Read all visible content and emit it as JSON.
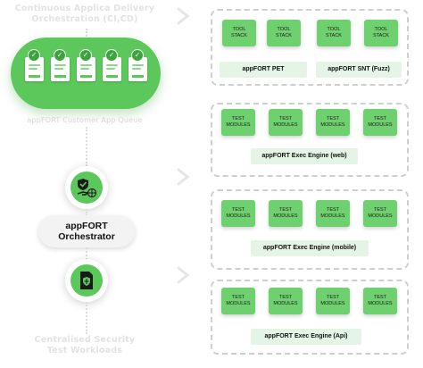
{
  "left": {
    "top_title_line1": "Continuous Applica Delivery",
    "top_title_line2": "Orchestration (CI,CD)",
    "queue_caption": "appFORT Customer App Queue",
    "queue_count": 5,
    "orchestrator_line1": "appFORT",
    "orchestrator_line2": "Orchestrator",
    "bottom_title_line1": "Centralised Security",
    "bottom_title_line2": "Test Workloads",
    "icon_top": "shield-hand-icon",
    "icon_bottom": "security-document-icon"
  },
  "tool_groups": [
    {
      "name": "appFORT PET",
      "modules": [
        "TOOL STACK",
        "TOOL STACK"
      ]
    },
    {
      "name": "appFORT SNT (Fuzz)",
      "modules": [
        "TOOL STACK",
        "TOOL STACK"
      ]
    }
  ],
  "engines": [
    {
      "name": "appFORT Exec Engine (web)",
      "modules": [
        "TEST MODULES",
        "TEST MODULES",
        "TEST MODULES",
        "TEST MODULES"
      ]
    },
    {
      "name": "appFORT Exec Engine (mobile)",
      "modules": [
        "TEST MODULES",
        "TEST MODULES",
        "TEST MODULES",
        "TEST MODULES"
      ]
    },
    {
      "name": "appFORT Exec Engine (Api)",
      "modules": [
        "TEST MODULES",
        "TEST MODULES",
        "TEST MODULES",
        "TEST MODULES"
      ]
    }
  ],
  "colors": {
    "green": "#5cc85c",
    "module_green": "#6fd06f",
    "caption_bg": "#e5f5e5",
    "dashed": "#cfcfcf"
  }
}
